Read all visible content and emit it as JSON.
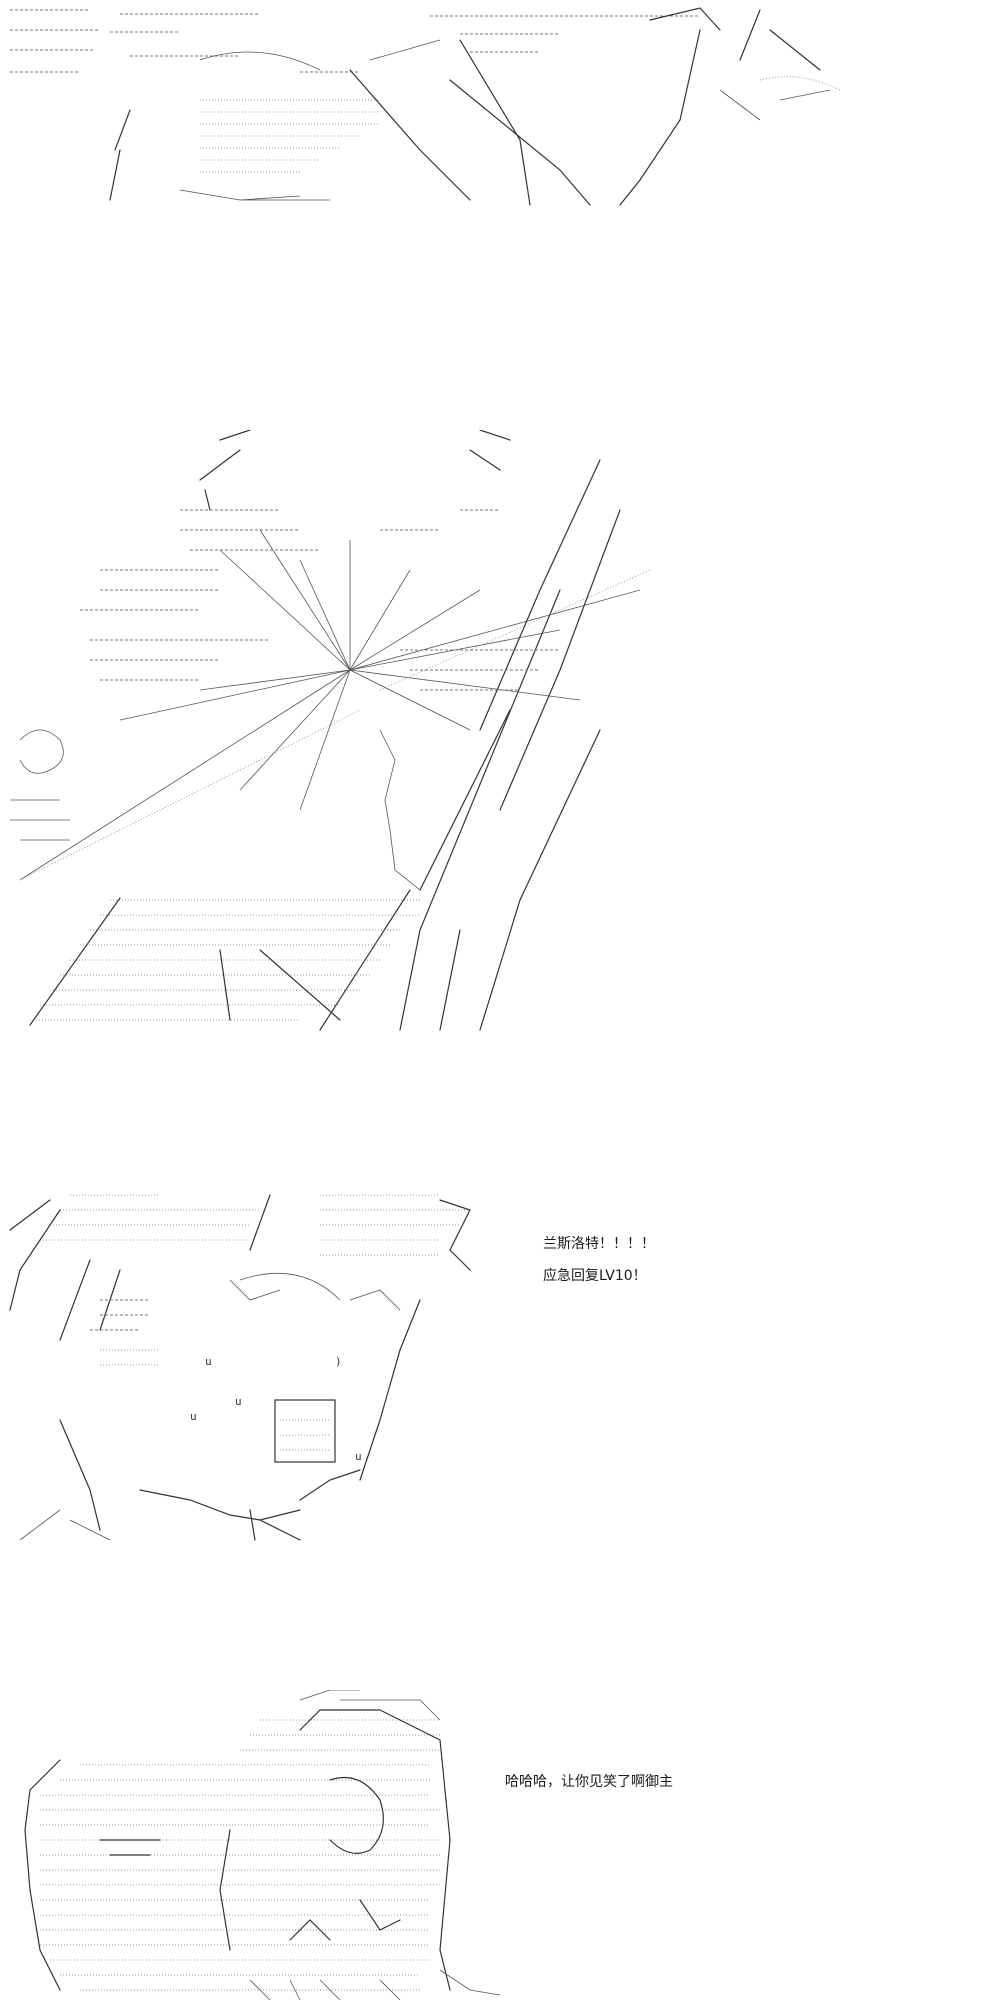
{
  "captions": {
    "panel3_line1": "兰斯洛特！！！！",
    "panel3_line2": "应急回复LV10！",
    "panel4_line1": "哈哈哈，让你见笑了啊御主"
  },
  "colors": {
    "background": "#ffffff",
    "ink": "#333333"
  }
}
